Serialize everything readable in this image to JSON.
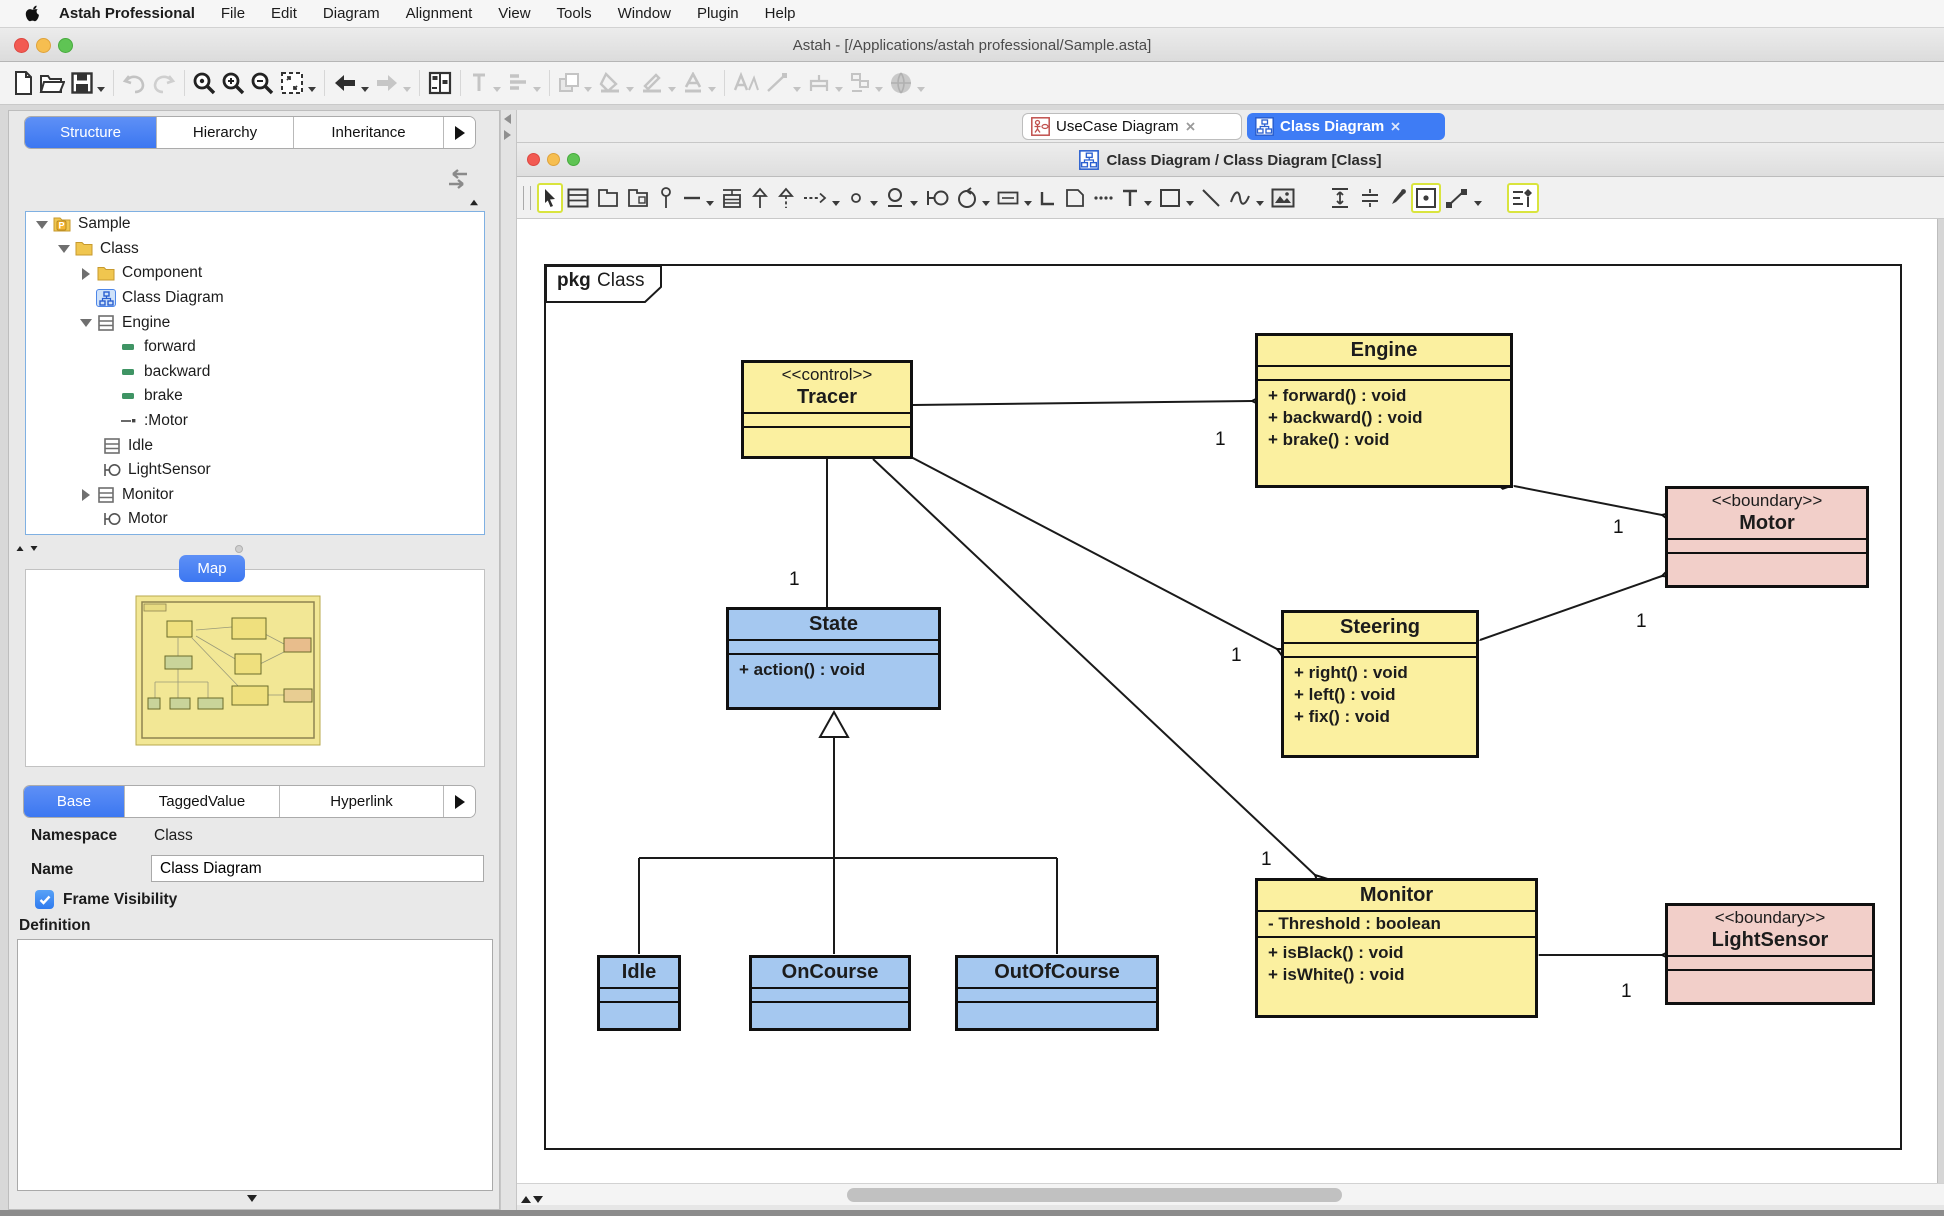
{
  "menu_bar": {
    "items": [
      "Astah Professional",
      "File",
      "Edit",
      "Diagram",
      "Alignment",
      "View",
      "Tools",
      "Window",
      "Plugin",
      "Help"
    ]
  },
  "window_title": "Astah - [/Applications/astah professional/Sample.asta]",
  "left_panel": {
    "view_tabs": [
      "Structure",
      "Hierarchy",
      "Inheritance"
    ],
    "tree": {
      "items": [
        {
          "label": "Sample",
          "icon": "project-icon"
        },
        {
          "label": "Class",
          "icon": "folder-icon"
        },
        {
          "label": "Component",
          "icon": "folder-icon"
        },
        {
          "label": "Class Diagram",
          "icon": "class-diagram-icon"
        },
        {
          "label": "Engine",
          "icon": "class-icon"
        },
        {
          "label": "forward",
          "icon": "operation-icon"
        },
        {
          "label": "backward",
          "icon": "operation-icon"
        },
        {
          "label": "brake",
          "icon": "operation-icon"
        },
        {
          "label": ":Motor",
          "icon": "association-icon"
        },
        {
          "label": "Idle",
          "icon": "class-icon"
        },
        {
          "label": "LightSensor",
          "icon": "boundary-icon"
        },
        {
          "label": "Monitor",
          "icon": "class-icon"
        },
        {
          "label": "Motor",
          "icon": "boundary-icon"
        }
      ]
    },
    "map_tab": "Map",
    "property_tabs": [
      "Base",
      "TaggedValue",
      "Hyperlink"
    ],
    "properties": {
      "namespace_label": "Namespace",
      "namespace_value": "Class",
      "name_label": "Name",
      "name_value": "Class Diagram",
      "frame_visibility_label": "Frame Visibility",
      "frame_visibility_checked": true,
      "definition_label": "Definition",
      "definition_value": ""
    }
  },
  "canvas": {
    "diagram_tabs": [
      {
        "label": "UseCase Diagram",
        "active": false
      },
      {
        "label": "Class Diagram",
        "active": true
      }
    ],
    "inner_title": "Class Diagram / Class Diagram [Class]",
    "frame": {
      "keyword": "pkg",
      "name": "Class"
    },
    "classes": {
      "tracer": {
        "stereotype": "<<control>>",
        "name": "Tracer",
        "attributes": [],
        "operations": []
      },
      "engine": {
        "name": "Engine",
        "attributes": [],
        "operations": [
          "+ forward() : void",
          "+ backward() : void",
          "+ brake() : void"
        ]
      },
      "motor": {
        "stereotype": "<<boundary>>",
        "name": "Motor",
        "attributes": [],
        "operations": []
      },
      "steering": {
        "name": "Steering",
        "attributes": [],
        "operations": [
          "+ right() : void",
          "+ left() : void",
          "+ fix() : void"
        ]
      },
      "state": {
        "name": "State",
        "attributes": [],
        "operations": [
          "+ action() : void"
        ]
      },
      "monitor": {
        "name": "Monitor",
        "attributes": [
          "- Threshold : boolean"
        ],
        "operations": [
          "+ isBlack() : void",
          "+ isWhite() : void"
        ]
      },
      "lightsensor": {
        "stereotype": "<<boundary>>",
        "name": "LightSensor",
        "attributes": [],
        "operations": []
      },
      "idle": {
        "name": "Idle",
        "attributes": [],
        "operations": []
      },
      "oncourse": {
        "name": "OnCourse",
        "attributes": [],
        "operations": []
      },
      "outofcourse": {
        "name": "OutOfCourse",
        "attributes": [],
        "operations": []
      }
    },
    "multiplicities": {
      "tracer_engine": "1",
      "tracer_state": "1",
      "tracer_steering": "1",
      "tracer_monitor": "1",
      "engine_motor": "1",
      "steering_motor": "1",
      "monitor_lightsensor": "1"
    },
    "colors": {
      "class_yellow": "#FBF0A0",
      "class_pink": "#F2CFC9",
      "class_blue": "#A5C8F0",
      "active_tab_blue": "#3E7CF5",
      "tool_highlight": "#D9E43E"
    }
  }
}
